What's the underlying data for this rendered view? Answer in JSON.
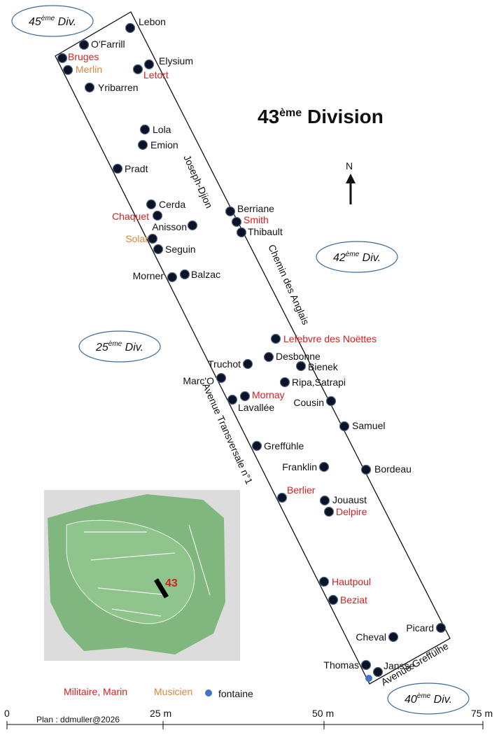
{
  "title": {
    "main": "43",
    "sup": "ème",
    "rest": " Division"
  },
  "north_label": "N",
  "divisions": [
    {
      "id": "45",
      "num": "45",
      "sup": "ème",
      "txt": " Div."
    },
    {
      "id": "42",
      "num": "42",
      "sup": "ème",
      "txt": " Div."
    },
    {
      "id": "25",
      "num": "25",
      "sup": "ème",
      "txt": " Div."
    },
    {
      "id": "40",
      "num": "40",
      "sup": "ème",
      "txt": " Div."
    }
  ],
  "streets": {
    "joseph_djion": "Joseph-Djion",
    "chemin_anglais": "Chemin des Anglais",
    "avenue_transversale": "Avenue Transversale n°1",
    "avenue_greffulhe": "Avenue Greffülhe"
  },
  "colors": {
    "militaire": "#d42020",
    "musicien": "#d4883c",
    "fontaine": "#4472c4",
    "default": "#111111",
    "inset_green": "#7fb77e"
  },
  "graves": [
    {
      "name": "Lebon",
      "category": "default"
    },
    {
      "name": "O'Farrill",
      "category": "default"
    },
    {
      "name": "Bruges",
      "category": "militaire"
    },
    {
      "name": "Elysium",
      "category": "default"
    },
    {
      "name": "Merlin",
      "category": "musicien"
    },
    {
      "name": "Letort",
      "category": "militaire"
    },
    {
      "name": "Yribarren",
      "category": "default"
    },
    {
      "name": "Lola",
      "category": "default"
    },
    {
      "name": "Emion",
      "category": "default"
    },
    {
      "name": "Pradt",
      "category": "default"
    },
    {
      "name": "Cerda",
      "category": "default"
    },
    {
      "name": "Chaquet",
      "category": "militaire"
    },
    {
      "name": "Anisson",
      "category": "default"
    },
    {
      "name": "Solar",
      "category": "musicien"
    },
    {
      "name": "Seguin",
      "category": "default"
    },
    {
      "name": "Morner",
      "category": "default"
    },
    {
      "name": "Balzac",
      "category": "default"
    },
    {
      "name": "Berriane",
      "category": "default"
    },
    {
      "name": "Smith",
      "category": "militaire"
    },
    {
      "name": "Thibault",
      "category": "default"
    },
    {
      "name": "Lefebvre des Noëttes",
      "category": "militaire"
    },
    {
      "name": "Desbonne",
      "category": "default"
    },
    {
      "name": "Truchot",
      "category": "default"
    },
    {
      "name": "Bienek",
      "category": "default"
    },
    {
      "name": "Marc'O",
      "category": "default"
    },
    {
      "name": "Ripa,Satrapi",
      "category": "default"
    },
    {
      "name": "Mornay",
      "category": "militaire"
    },
    {
      "name": "Lavallée",
      "category": "default"
    },
    {
      "name": "Cousin",
      "category": "default"
    },
    {
      "name": "Samuel",
      "category": "default"
    },
    {
      "name": "Greffühle",
      "category": "default"
    },
    {
      "name": "Franklin",
      "category": "default"
    },
    {
      "name": "Bordeau",
      "category": "default"
    },
    {
      "name": "Berlier",
      "category": "militaire"
    },
    {
      "name": "Jouaust",
      "category": "default"
    },
    {
      "name": "Delpire",
      "category": "militaire"
    },
    {
      "name": "Hautpoul",
      "category": "militaire"
    },
    {
      "name": "Beziat",
      "category": "militaire"
    },
    {
      "name": "Cheval",
      "category": "default"
    },
    {
      "name": "Picard",
      "category": "default"
    },
    {
      "name": "Thomas",
      "category": "default"
    },
    {
      "name": "Jansse",
      "category": "default"
    }
  ],
  "inset": {
    "label": "43"
  },
  "legend": [
    {
      "label": "Militaire, Marin",
      "category": "militaire"
    },
    {
      "label": "Musicien",
      "category": "musicien"
    },
    {
      "label": "fontaine",
      "category": "fontaine"
    }
  ],
  "scale": {
    "ticks": [
      "0",
      "25 m",
      "50 m",
      "75 m"
    ]
  },
  "credit": "Plan : ddmuller@2026"
}
